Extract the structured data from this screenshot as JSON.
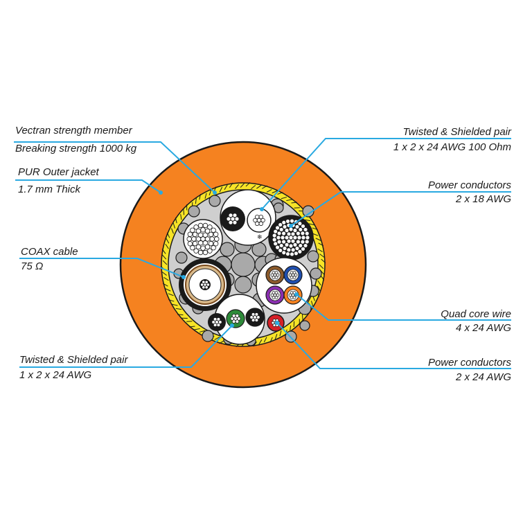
{
  "colors": {
    "jacket": "#f58220",
    "jacket_edge": "#1a1a1a",
    "yellow_band": "#f7e427",
    "core_fill": "#b7b7b7",
    "filler": "#a9a9a9",
    "leader": "#29a9e1",
    "coax_shield": "#7a4a1c",
    "quad_colors": [
      "#8b5a2b",
      "#1f4fb0",
      "#8a2fb0",
      "#f58220"
    ],
    "pair_colors": [
      "#1a1a1a",
      "#2e8b3a",
      "#1a1a1a"
    ],
    "power_small": "#d62027"
  },
  "callouts": {
    "vectran": {
      "line1": "Vectran strength member",
      "line2": "Breaking strength 1000 kg"
    },
    "jacket": {
      "line1": "PUR Outer jacket",
      "line2": "1.7 mm Thick"
    },
    "coax": {
      "line1": "COAX cable",
      "line2": "75 Ω"
    },
    "pair_left": {
      "line1": "Twisted & Shielded pair",
      "line2": "1 x 2 x 24 AWG"
    },
    "pair_right": {
      "line1": "Twisted & Shielded pair",
      "line2": "1 x 2 x 24 AWG 100 Ohm"
    },
    "power_18": {
      "line1": "Power conductors",
      "line2": "2 x 18 AWG"
    },
    "quad": {
      "line1": "Quad core wire",
      "line2": "4 x 24 AWG"
    },
    "power_24": {
      "line1": "Power conductors",
      "line2": "2 x 24 AWG"
    }
  }
}
